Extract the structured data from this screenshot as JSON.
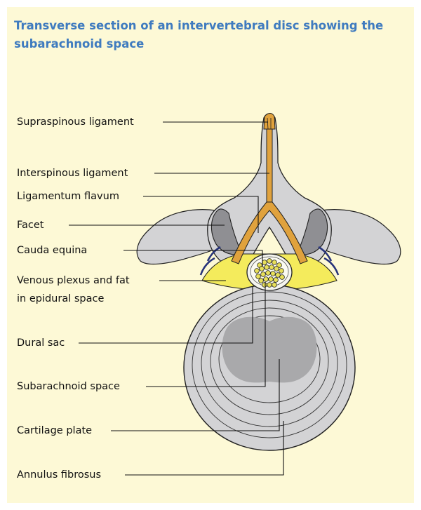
{
  "title": "Transverse section of an intervertebral disc showing the subarachnoid space",
  "labels": {
    "supraspinous": "Supraspinous ligament",
    "interspinous": "Interspinous ligament",
    "flavum": "Ligamentum flavum",
    "facet": "Facet",
    "cauda": "Cauda equina",
    "venous_1": "Venous plexus and fat",
    "venous_2": "in epidural space",
    "dural": "Dural sac",
    "subarachnoid": "Subarachnoid space",
    "cartilage": "Cartilage plate",
    "annulus": "Annulus fibrosus"
  },
  "colors": {
    "background": "#fdf9d6",
    "title": "#3f7bbf",
    "bone": "#d3d3d5",
    "ligament": "#e0a23d",
    "epidural_fat": "#f4eb5c",
    "nerve_roots": "#e8e05a",
    "facet_joint": "#8f8f93",
    "nucleus": "#a9a9ab",
    "vein": "#27337a",
    "outline": "#222222"
  }
}
